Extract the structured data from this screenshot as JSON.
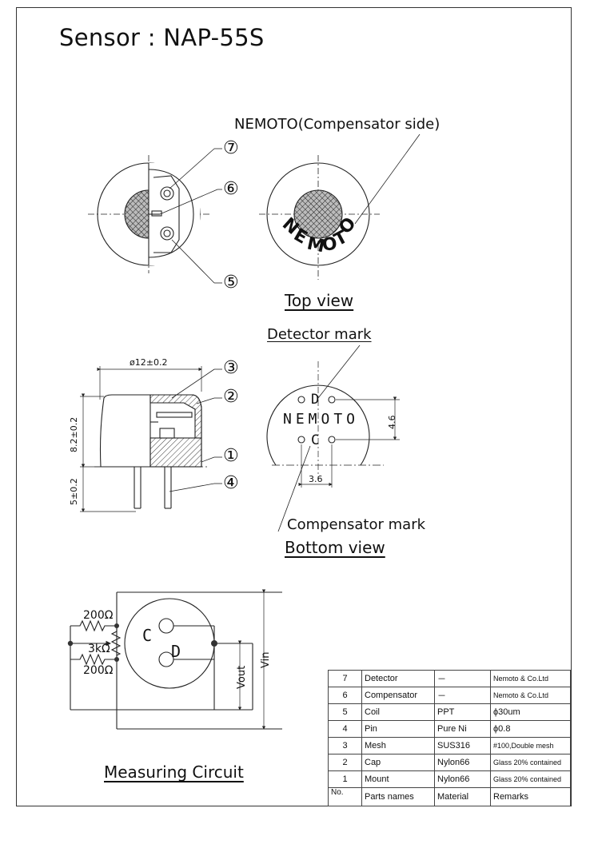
{
  "title": "Sensor : NAP-55S",
  "labels": {
    "nemoto_comp_side": "NEMOTO(Compensator side)",
    "top_view": "Top view",
    "detector_mark": "Detector mark",
    "compensator_mark": "Compensator mark",
    "bottom_view": "Bottom view",
    "measuring_circuit": "Measuring Circuit"
  },
  "callouts": [
    "⑦",
    "⑥",
    "⑤",
    "③",
    "②",
    "①",
    "④"
  ],
  "dimensions": {
    "diameter": "ø12±0.2",
    "height": "8.2±0.2",
    "pin_length": "5±0.2",
    "pin_spacing_v": "4.6",
    "pin_spacing_h": "3.6"
  },
  "marks": {
    "brand": "NEMOTO",
    "d": "D",
    "c": "C"
  },
  "circuit": {
    "r_top": "200Ω",
    "r_pot": "3kΩ",
    "r_bottom": "200Ω",
    "c_label": "C",
    "d_label": "D",
    "vout": "Vout",
    "vin": "Vin"
  },
  "parts_table": {
    "rows": [
      {
        "no": "7",
        "name": "Detector",
        "material": "－",
        "remarks": "Nemoto & Co.Ltd"
      },
      {
        "no": "6",
        "name": "Compensator",
        "material": "－",
        "remarks": "Nemoto & Co.Ltd"
      },
      {
        "no": "5",
        "name": "Coil",
        "material": "PPT",
        "remarks": "ϕ30um"
      },
      {
        "no": "4",
        "name": "Pin",
        "material": "Pure Ni",
        "remarks": "ϕ0.8"
      },
      {
        "no": "3",
        "name": "Mesh",
        "material": "SUS316",
        "remarks": "#100,Double mesh"
      },
      {
        "no": "2",
        "name": "Cap",
        "material": "Nylon66",
        "remarks": "Glass 20% contained"
      },
      {
        "no": "1",
        "name": "Mount",
        "material": "Nylon66",
        "remarks": "Glass 20% contained"
      }
    ],
    "header": {
      "no": "No.",
      "name": "Parts names",
      "material": "Material",
      "remarks": "Remarks"
    }
  }
}
